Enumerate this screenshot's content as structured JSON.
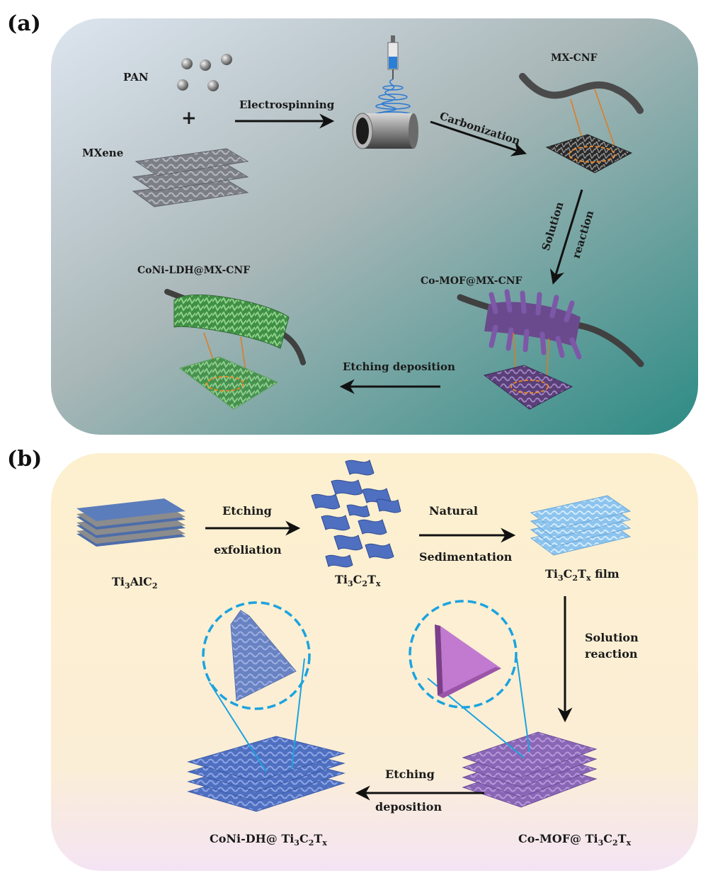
{
  "panel_a": {
    "letter": "(a)",
    "labels": {
      "pan": "PAN",
      "plus": "+",
      "mxene": "MXene",
      "electrospinning": "Electrospinning",
      "carbonization": "Carbonization",
      "mx_cnf": "MX-CNF",
      "solution": "Solution",
      "reaction": "reaction",
      "co_mof_mx_cnf": "Co-MOF@MX-CNF",
      "etching_deposition": "Etching  deposition",
      "coni_ldh_mx_cnf": "CoNi-LDH@MX-CNF"
    },
    "colors": {
      "bg_start": "#dce4ee",
      "bg_mid": "#9fb3b4",
      "bg_end": "#2e8c86"
    }
  },
  "panel_b": {
    "letter": "(b)",
    "labels": {
      "etching": "Etching",
      "exfoliation": "exfoliation",
      "natural": "Natural",
      "sedimentation": "Sedimentation",
      "solution": "Solution",
      "reaction": "reaction",
      "etching2": "Etching",
      "deposition": "deposition"
    },
    "formulas": {
      "ti3alc2": {
        "main": "Ti",
        "s1": "3",
        "m2": "AlC",
        "s2": "2"
      },
      "ti3c2tx": {
        "main": "Ti",
        "s1": "3",
        "m2": "C",
        "s2": "2",
        "m3": "T",
        "s3": "x"
      },
      "ti3c2tx_film": {
        "main": "Ti",
        "s1": "3",
        "m2": "C",
        "s2": "2",
        "m3": "T",
        "s3": "x",
        "tail": " film"
      },
      "coni_dh": {
        "pre": "CoNi-DH@ Ti",
        "s1": "3",
        "m2": "C",
        "s2": "2",
        "m3": "T",
        "s3": "x"
      },
      "co_mof": {
        "pre": "Co-MOF@ Ti",
        "s1": "3",
        "m2": "C",
        "s2": "2",
        "m3": "T",
        "s3": "x"
      }
    },
    "colors": {
      "bg_top": "#fdf0cf",
      "bg_bottom": "#f6e6f3",
      "mxene_blue": "#4f6fc0",
      "mof_purple": "#8c66b8",
      "zoom_circle": "#1aa3e0"
    }
  }
}
